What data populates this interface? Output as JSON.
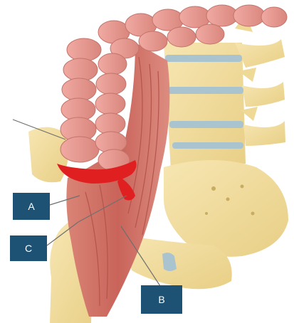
{
  "figure": {
    "icon": "anatomy-illustration-iliopsoas-colon-spine-pelvis",
    "colors": {
      "colon": "#e59a92",
      "muscle": "#cf6e62",
      "bone": "#f2dc9a",
      "disc": "#a9c4cf",
      "highlight": "#e02020",
      "label_bg": "#1e5275"
    }
  },
  "labels": {
    "a": "A",
    "b": "B",
    "c": "C"
  }
}
